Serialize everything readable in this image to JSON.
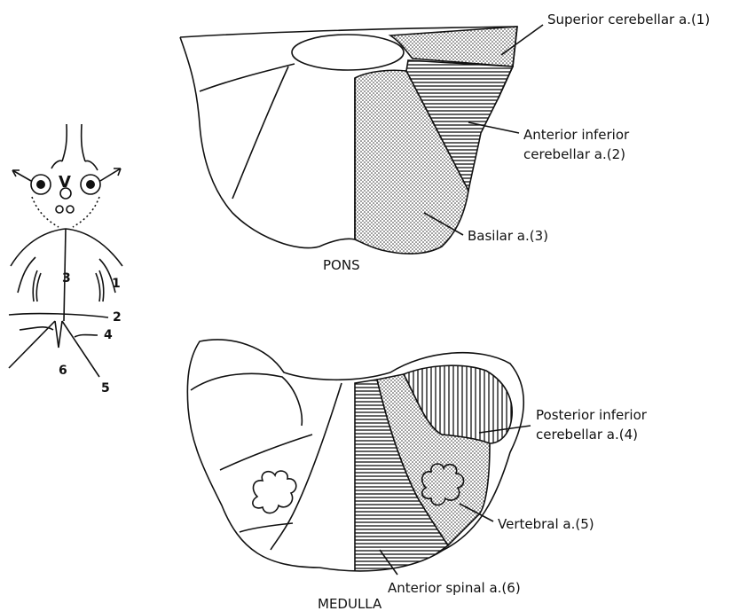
{
  "pons": {
    "title": "PONS",
    "labels": {
      "superior_cerebellar": "Superior cerebellar a.(1)",
      "anterior_inferior_line1": "Anterior inferior",
      "anterior_inferior_line2": "cerebellar a.(2)",
      "basilar": "Basilar a.(3)"
    }
  },
  "medulla": {
    "title": "MEDULLA",
    "labels": {
      "posterior_inferior_line1": "Posterior inferior",
      "posterior_inferior_line2": "cerebellar a.(4)",
      "vertebral": "Vertebral a.(5)",
      "anterior_spinal": "Anterior spinal a.(6)"
    }
  },
  "key_diagram": {
    "numbers": [
      "1",
      "2",
      "3",
      "4",
      "5",
      "6"
    ],
    "center_letter": "V"
  }
}
